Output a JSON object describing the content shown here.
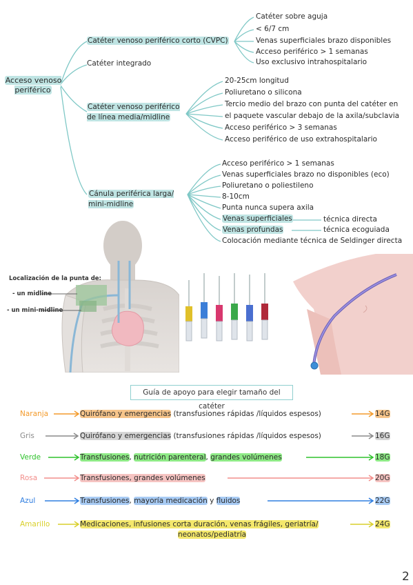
{
  "root": "Acceso venoso periférico",
  "branches": [
    {
      "label": "Catéter venoso periférico corto (CVPC)",
      "items": [
        "Catéter sobre aguja",
        "< 6/7 cm",
        "Venas superficiales brazo disponibles",
        "Acceso periférico > 1 semanas",
        "Uso exclusivo intrahospitalario"
      ]
    },
    {
      "label": "Catéter integrado",
      "items": []
    },
    {
      "label": "Catéter venoso periférico de línea media/midline",
      "items": [
        "20-25cm longitud",
        "Poliuretano o silicona",
        "Tercio medio del brazo con punta del catéter en",
        "el paquete vascular debajo de la axila/subclavia",
        "Acceso periférico > 3 semanas",
        "Acceso periférico de uso extrahospitalario"
      ]
    },
    {
      "label": "Cánula periférica larga/ mini-midline",
      "items": [
        "Acceso periférico > 1 semanas",
        "Venas superficiales brazo no disponibles (eco)",
        "Poliuretano o poliestileno",
        "8-10cm",
        "Punta nunca supera axila",
        "Venas superficiales",
        "Venas profundas",
        "Colocación mediante técnica de Seldinger directa"
      ],
      "techniques": [
        "técnica directa",
        "técnica ecoguiada"
      ]
    }
  ],
  "figure": {
    "tip_title": "Localización de la punta de:",
    "tip_midline": "- un midline",
    "tip_minimidline": "- un mini-midline"
  },
  "guide_title": "Guía de apoyo para elegir tamaño del catéter",
  "guide": [
    {
      "color_name": "Naranja",
      "color": "#f39a2a",
      "hl": "#f7c58b",
      "parts": [
        "Quirófano y emergencias",
        " (transfusiones rápidas /líquidos espesos)"
      ],
      "gauge": "14G"
    },
    {
      "color_name": "Gris",
      "color": "#8a8a8a",
      "hl": "#d6d6d6",
      "parts": [
        "Quirófano y emergencias",
        " (transfusiones rápidas /líquidos espesos)"
      ],
      "gauge": "16G"
    },
    {
      "color_name": "Verde",
      "color": "#2fc22c",
      "hl": "#8eea86",
      "parts": [
        "Transfusiones",
        ", ",
        "nutrición parenteral",
        ", ",
        "grandes volúmenes"
      ],
      "gauge": "18G"
    },
    {
      "color_name": "Rosa",
      "color": "#f28d8a",
      "hl": "#f6c4c2",
      "parts": [
        "Transfusiones, grandes volúmenes"
      ],
      "gauge": "20G"
    },
    {
      "color_name": "Azul",
      "color": "#2f7ee0",
      "hl": "#a8cbf4",
      "parts": [
        "Transfusiones",
        ", ",
        "mayoría medicación",
        " y ",
        "fluidos"
      ],
      "gauge": "22G"
    },
    {
      "color_name": "Amarillo",
      "color": "#d9cf2a",
      "hl": "#f4e86c",
      "parts": [
        "Medicaciones, infusiones corta duración, venas frágiles, geriatría/",
        "neonatos/pediatría"
      ],
      "gauge": "24G"
    }
  ],
  "page_number": "2"
}
